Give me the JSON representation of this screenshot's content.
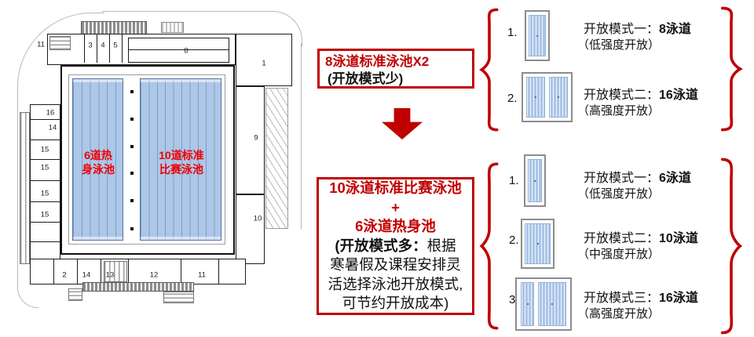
{
  "palette": {
    "accent_red": "#c00000",
    "plan_label_red": "#ee0000",
    "pool_blue": "#adc7e8",
    "pool_border": "#54719d",
    "icon_frame_gray": "#8c8c8c",
    "wall_black": "#1b1b1b"
  },
  "plan": {
    "pools": [
      {
        "label": "6道热\n身泳池",
        "lanes": 6
      },
      {
        "label": "10道标准\n比赛泳池",
        "lanes": 10
      }
    ],
    "rooms": [
      {
        "n": "11"
      },
      {
        "n": "3"
      },
      {
        "n": "4"
      },
      {
        "n": "5"
      },
      {
        "n": "8"
      },
      {
        "n": "1"
      },
      {
        "n": "16"
      },
      {
        "n": "14"
      },
      {
        "n": "15"
      },
      {
        "n": "15"
      },
      {
        "n": "15"
      },
      {
        "n": "15"
      },
      {
        "n": "9"
      },
      {
        "n": "10"
      },
      {
        "n": "2"
      },
      {
        "n": "14"
      },
      {
        "n": "13"
      },
      {
        "n": "12"
      },
      {
        "n": "11"
      }
    ]
  },
  "flow": {
    "box1": {
      "line1": "8泳道标准泳池X2",
      "line2": "(开放模式少)"
    },
    "arrow_icon": "down-block-arrow",
    "box2": {
      "line1": "10泳道标准比赛泳池",
      "line2": "+",
      "line3": "6泳道热身池",
      "line4_bold": "(开放模式多：",
      "line4_rest": "根据",
      "line5": "寒暑假及课程安排灵",
      "line6": "活选择泳池开放模式,",
      "line7": "可节约开放成本)"
    }
  },
  "modes_top": {
    "items": [
      {
        "num": "1.",
        "prefix": "开放模式一：",
        "bold": "8泳道",
        "sub": "（低强度开放）"
      },
      {
        "num": "2.",
        "prefix": "开放模式二：",
        "bold": "16泳道",
        "sub": "（高强度开放）"
      }
    ]
  },
  "modes_bottom": {
    "items": [
      {
        "num": "1.",
        "prefix": "开放模式一：",
        "bold": "6泳道",
        "sub": "（低强度开放）"
      },
      {
        "num": "2.",
        "prefix": "开放模式二：",
        "bold": "10泳道",
        "sub": "（中强度开放）"
      },
      {
        "num": "3.",
        "prefix": "开放模式三：",
        "bold": "16泳道",
        "sub": "（高强度开放）"
      }
    ]
  }
}
